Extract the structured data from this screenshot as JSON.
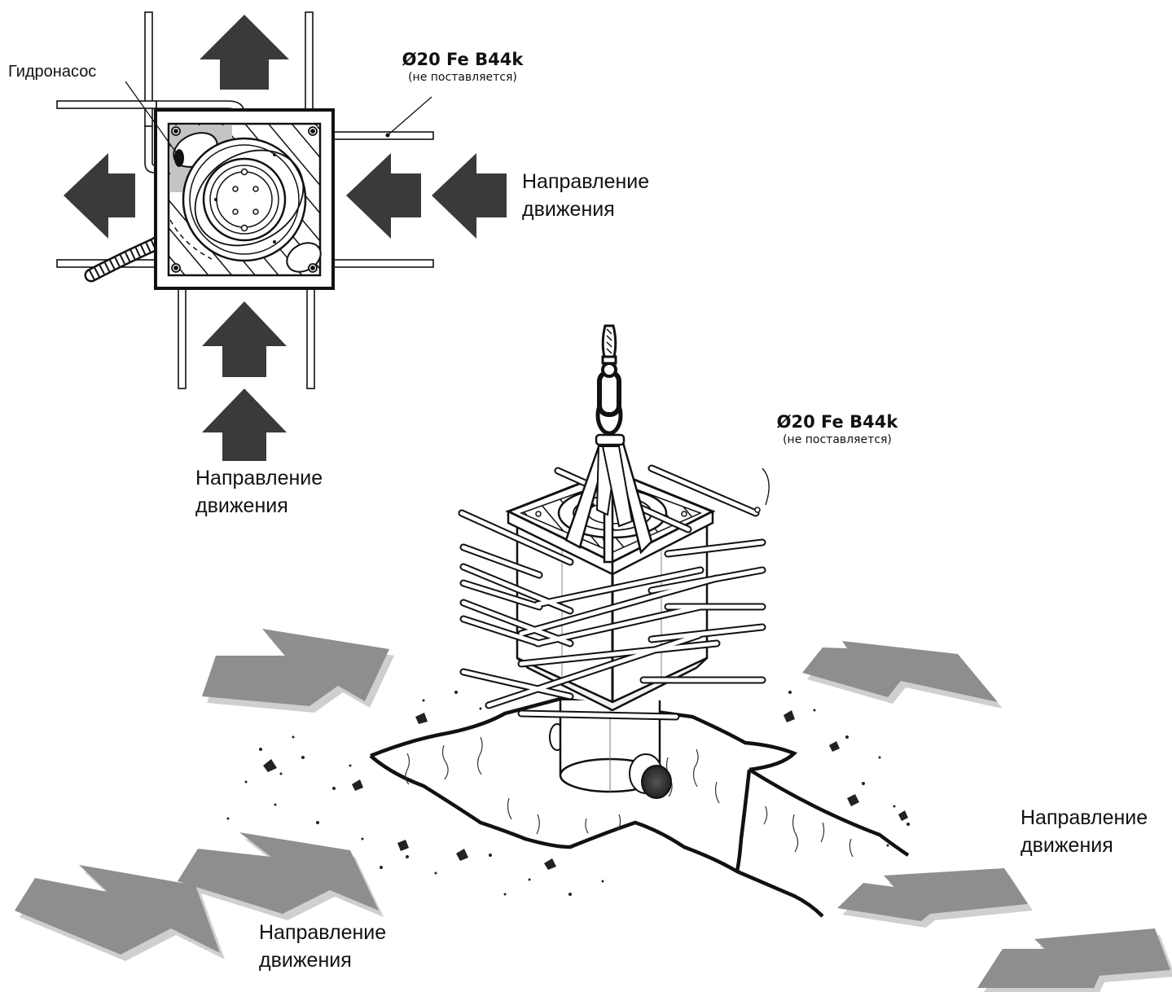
{
  "top_view": {
    "pump_label": "Гидронасос",
    "rebar_spec": {
      "title": "Ø20 Fe B44k",
      "note": "(не поставляется)"
    },
    "direction_right": {
      "line1": "Направление",
      "line2": "движения"
    },
    "direction_bottom": {
      "line1": "Направление",
      "line2": "движения"
    }
  },
  "iso_view": {
    "rebar_spec": {
      "title": "Ø20 Fe B44k",
      "note": "(не поставляется)"
    },
    "direction_right": {
      "line1": "Направление",
      "line2": "движения"
    },
    "direction_bottom": {
      "line1": "Направление",
      "line2": "движения"
    }
  },
  "colors": {
    "dark_arrow": "#3a3a3a",
    "light_arrow": "#8e8e8e",
    "shadow": "#c8c8c8",
    "line": "#111111"
  }
}
